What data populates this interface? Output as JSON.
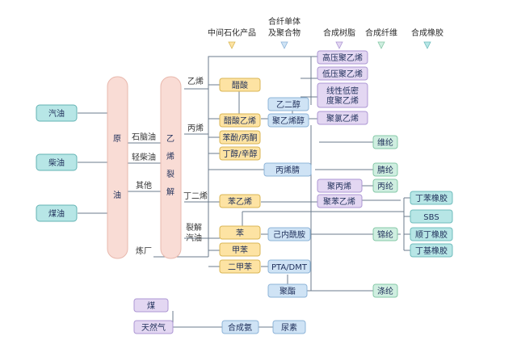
{
  "legend": [
    {
      "label": "中间石化产品",
      "color": "#fde3a3"
    },
    {
      "label": "合纤单体\n及聚合物",
      "color": "#cfe3f5"
    },
    {
      "label": "合成树脂",
      "color": "#e3d7f2"
    },
    {
      "label": "合成纤维",
      "color": "#cfeee0"
    },
    {
      "label": "合成橡胶",
      "color": "#b7e6e6"
    }
  ],
  "sources": [
    {
      "label": "汽油"
    },
    {
      "label": "柴油"
    },
    {
      "label": "煤油"
    }
  ],
  "crude": {
    "label": "原\n油"
  },
  "cracking": {
    "label": "乙\n烯\n裂\n解"
  },
  "crude_labels": [
    "石脑油",
    "轻柴油",
    "其他"
  ],
  "branch_labels": [
    "乙烯",
    "丙烯",
    "丁二烯",
    "裂解\n汽油",
    "炼厂"
  ],
  "intermediates": [
    "醋酸",
    "醋酸乙烯",
    "苯酚/丙酮",
    "丁醇/辛醇",
    "苯乙烯",
    "苯",
    "甲苯",
    "二甲苯"
  ],
  "monomers": [
    "乙二醇",
    "聚乙烯醇",
    "丙烯腈",
    "己内酰胺",
    "PTA/DMT",
    "聚酯",
    "合成氨",
    "尿素"
  ],
  "resins": [
    "高压聚乙烯",
    "低压聚乙烯",
    "线性低密\n度聚乙烯",
    "聚氯乙烯",
    "聚丙烯",
    "聚苯乙烯"
  ],
  "fibers": [
    "维纶",
    "腈纶",
    "丙纶",
    "锦纶",
    "涤纶"
  ],
  "rubbers": [
    "丁苯橡胶",
    "SBS",
    "顺丁橡胶",
    "丁基橡胶"
  ],
  "coal": {
    "label": "煤"
  },
  "gas": {
    "label": "天然气"
  }
}
